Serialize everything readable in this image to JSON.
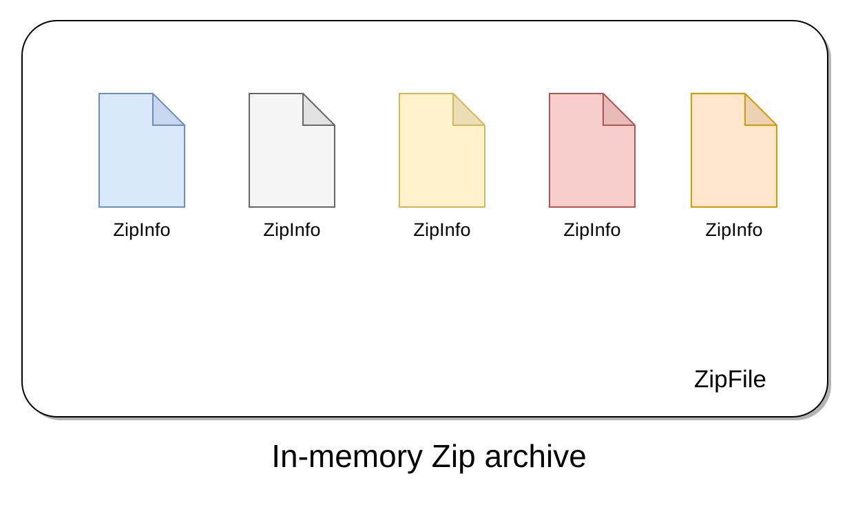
{
  "diagram": {
    "caption": "In-memory Zip archive",
    "container": {
      "label": "ZipFile",
      "stroke_color": "#000000",
      "fill_color": "#ffffff",
      "shadow_color": "#b3b3b3",
      "shape": "rounded-rectangle"
    },
    "documents": [
      {
        "label": "ZipInfo",
        "icon": "document-icon",
        "fill_color": "#dae8fc",
        "stroke_color": "#6c8ebf",
        "fold_color": "#c6d7ef"
      },
      {
        "label": "ZipInfo",
        "icon": "document-icon",
        "fill_color": "#f5f5f5",
        "stroke_color": "#666666",
        "fold_color": "#e3e3e3"
      },
      {
        "label": "ZipInfo",
        "icon": "document-icon",
        "fill_color": "#fff2cc",
        "stroke_color": "#d6b656",
        "fold_color": "#ebdeb7"
      },
      {
        "label": "ZipInfo",
        "icon": "document-icon",
        "fill_color": "#f8cecc",
        "stroke_color": "#b85450",
        "fold_color": "#e6bbb8"
      },
      {
        "label": "ZipInfo",
        "icon": "document-icon",
        "fill_color": "#ffe6cc",
        "stroke_color": "#d79b00",
        "fold_color": "#ecd2b4"
      }
    ]
  }
}
